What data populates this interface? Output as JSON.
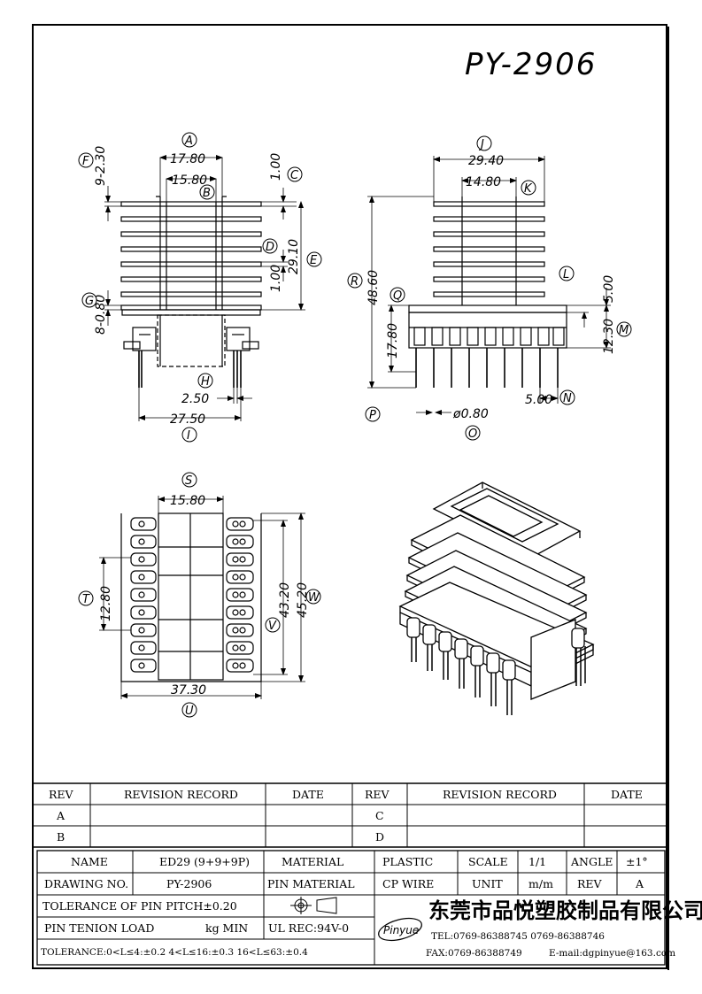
{
  "title": "PY-2906",
  "views": {
    "front": {
      "labels": {
        "A": "A",
        "B": "B",
        "C": "C",
        "D": "D",
        "E": "E",
        "F": "F",
        "G": "G",
        "H": "H",
        "I": "I"
      },
      "dims": {
        "A": "17.80",
        "B": "15.80",
        "C": "1.00",
        "D": "1.00",
        "E": "29.10",
        "F": "9-2.30",
        "G": "8-0.80",
        "H": "2.50",
        "I": "27.50"
      }
    },
    "side": {
      "labels": {
        "J": "J",
        "K": "K",
        "L": "L",
        "M": "M",
        "N": "N",
        "O": "O",
        "P": "P",
        "Q": "Q",
        "R": "R"
      },
      "dims": {
        "J": "29.40",
        "K": "14.80",
        "L": "5.00",
        "M": "12.30",
        "N": "5.00",
        "O": "ø0.80",
        "Q": "17.80",
        "R": "48.60"
      }
    },
    "bottom": {
      "labels": {
        "S": "S",
        "T": "T",
        "U": "U",
        "V": "V",
        "W": "W"
      },
      "dims": {
        "S": "15.80",
        "T": "12.80",
        "U": "37.30",
        "V": "43.20",
        "W": "45.20"
      }
    }
  },
  "revision_table": {
    "headers": {
      "rev": "REV",
      "record": "REVISION RECORD",
      "date": "DATE"
    },
    "rows_left": [
      "A",
      "B"
    ],
    "rows_right": [
      "C",
      "D"
    ]
  },
  "title_block": {
    "name_label": "NAME",
    "name_value": "ED29 (9+9+9P)",
    "material_label": "MATERIAL",
    "material_value": "PLASTIC",
    "scale_label": "SCALE",
    "scale_value": "1/1",
    "angle_label": "ANGLE",
    "angle_value": "±1°",
    "drawing_no_label": "DRAWING NO.",
    "drawing_no_value": "PY-2906",
    "pin_material_label": "PIN MATERIAL",
    "pin_material_value": "CP WIRE",
    "unit_label": "UNIT",
    "unit_value": "m/m",
    "rev_label": "REV",
    "rev_value": "A",
    "tolerance_pitch": "TOLERANCE OF PIN PITCH±0.20",
    "pin_tension_label": "PIN TENION LOAD",
    "pin_tension_value": "kg MIN",
    "ul": "UL REC:94V-0",
    "tolerance_ranges": "TOLERANCE:0<L≤4:±0.2  4<L≤16:±0.3  16<L≤63:±0.4",
    "company_logo": "Pinyue",
    "company_name": "东莞市品悦塑胶制品有限公司",
    "tel": "TEL:0769-86388745   0769-86388746",
    "fax": "FAX:0769-86388749",
    "email": "E-mail:dgpinyue@163.com"
  }
}
